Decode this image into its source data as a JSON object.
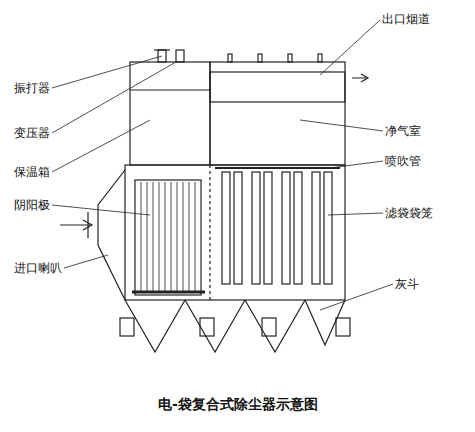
{
  "diagram": {
    "caption": "电-袋复合式除尘器示意图",
    "labels": [
      "振打器",
      "变压器",
      "保温箱",
      "阴阳极",
      "进口喇叭",
      "出口烟道",
      "净气室",
      "喷吹管",
      "滤袋袋笼",
      "灰斗"
    ]
  }
}
